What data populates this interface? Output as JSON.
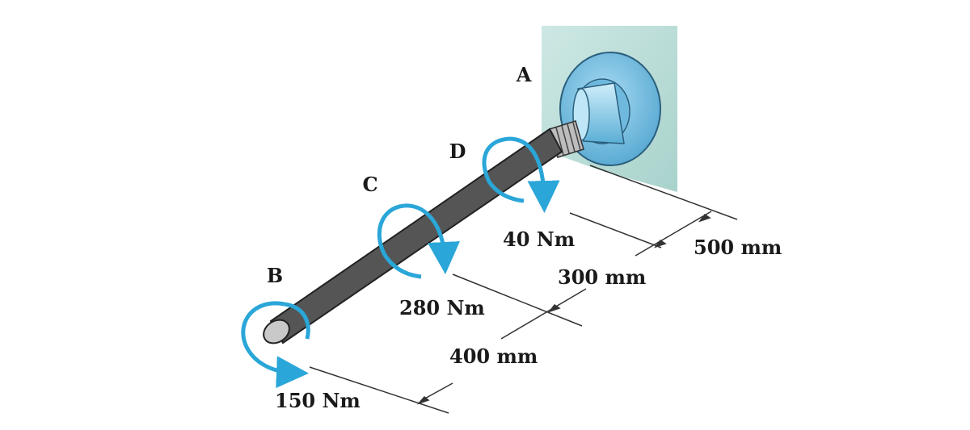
{
  "points": {
    "a": "A",
    "b": "B",
    "c": "C",
    "d": "D"
  },
  "torques": {
    "b": "150 Nm",
    "c": "280 Nm",
    "d": "40 Nm"
  },
  "dimensions": {
    "bc": "400 mm",
    "cd": "300 mm",
    "da": "500 mm"
  },
  "colors": {
    "torque_arrow": "#2aa6d8",
    "wall": "#bfe0dc",
    "flange": "#7fc4e6",
    "shaft": "#9a9a9a",
    "dimension_line": "#333333"
  }
}
